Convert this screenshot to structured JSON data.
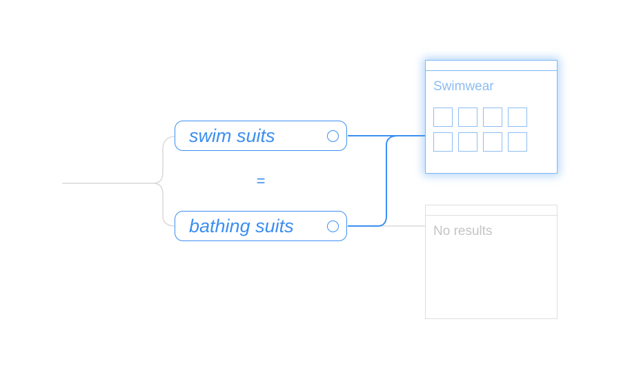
{
  "queries": {
    "top": {
      "label": "swim suits",
      "selected": false
    },
    "bottom": {
      "label": "bathing suits",
      "selected": false
    },
    "relation": "="
  },
  "results": {
    "matched": {
      "title": "Swimwear",
      "thumbnail_count": 8
    },
    "empty": {
      "title": "No results"
    }
  },
  "colors": {
    "accent": "#3b8ef0",
    "accent_light": "#8cbcf2",
    "muted_line": "#d9d9d9",
    "muted_text": "#c4c4c4"
  },
  "icons": [
    "radio-circle-icon"
  ]
}
